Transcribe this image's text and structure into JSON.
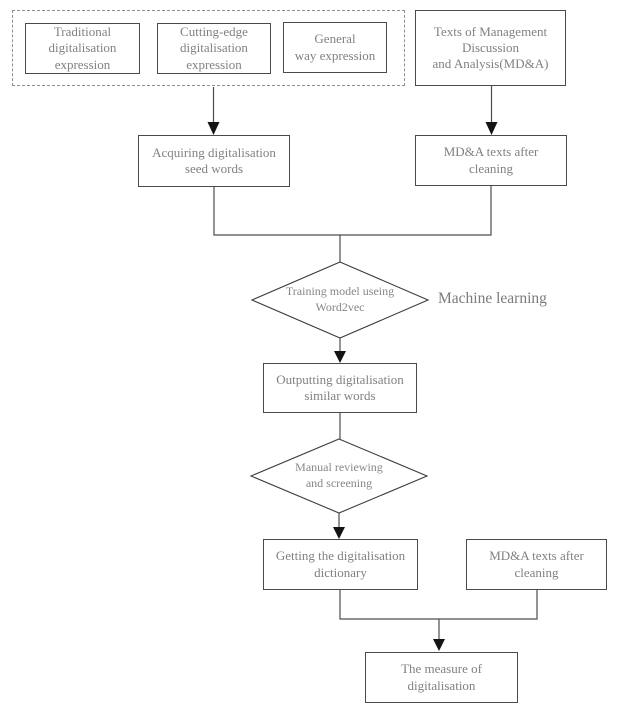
{
  "diagram": {
    "type": "flowchart",
    "colors": {
      "background": "#ffffff",
      "box_border": "#4a4a4a",
      "dashed_border": "#8f8f8f",
      "line": "#4d4d4d",
      "arrowhead": "#141414",
      "text": "#818181"
    },
    "nodes": {
      "traditional": {
        "label": "Traditional\ndigitalisation\nexpression",
        "shape": "rect"
      },
      "cutting_edge": {
        "label": "Cutting-edge\ndigitalisation\nexpression",
        "shape": "rect"
      },
      "general_way": {
        "label": "General\nway expression",
        "shape": "rect"
      },
      "mda_source": {
        "label": "Texts of Management\nDiscussion\nand Analysis(MD&A)",
        "shape": "rect"
      },
      "acquiring_seed_words": {
        "label": "Acquiring digitalisation\nseed words",
        "shape": "rect"
      },
      "mda_clean_1": {
        "label": "MD&A texts after\ncleaning",
        "shape": "rect"
      },
      "training_word2vec": {
        "label": "Training model useing\nWord2vec",
        "shape": "diamond"
      },
      "outputting_similar_words": {
        "label": "Outputting digitalisation\nsimilar words",
        "shape": "rect"
      },
      "manual_reviewing": {
        "label": "Manual reviewing\nand screening",
        "shape": "diamond"
      },
      "getting_dictionary": {
        "label": "Getting the digitalisation\ndictionary",
        "shape": "rect"
      },
      "mda_clean_2": {
        "label": "MD&A texts after\ncleaning",
        "shape": "rect"
      },
      "measure_digitalisation": {
        "label": "The measure of\ndigitalisation",
        "shape": "rect"
      }
    },
    "annotations": {
      "machine_learning": {
        "label": "Machine learning"
      }
    },
    "edges": [
      {
        "from": "dashed-group",
        "to": "acquiring_seed_words",
        "arrow": true
      },
      {
        "from": "mda_source",
        "to": "mda_clean_1",
        "arrow": true
      },
      {
        "from": "acquiring_seed_words",
        "to": "training_word2vec",
        "arrow": false,
        "merge_with": "mda_clean_1"
      },
      {
        "from": "training_word2vec",
        "to": "outputting_similar_words",
        "arrow": true
      },
      {
        "from": "outputting_similar_words",
        "to": "manual_reviewing",
        "arrow": false
      },
      {
        "from": "manual_reviewing",
        "to": "getting_dictionary",
        "arrow": true
      },
      {
        "from": "getting_dictionary",
        "to": "measure_digitalisation",
        "arrow": true,
        "merge_with": "mda_clean_2"
      }
    ]
  }
}
